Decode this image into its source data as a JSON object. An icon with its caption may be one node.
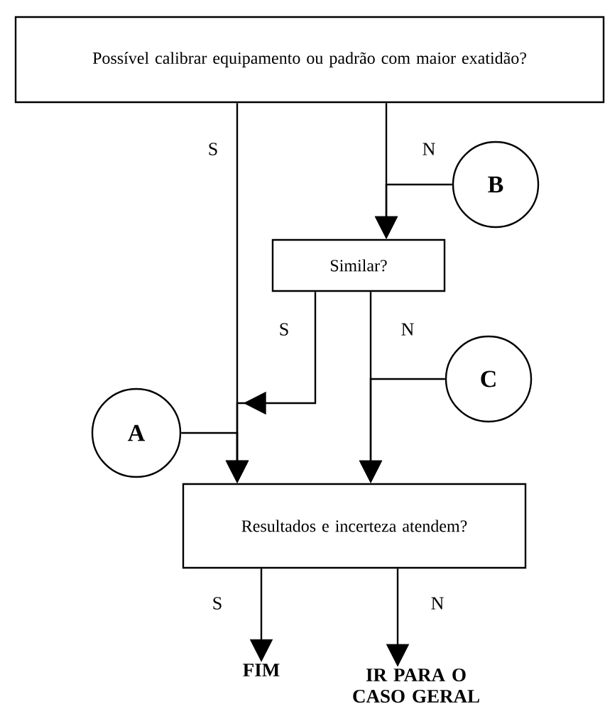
{
  "diagram": {
    "nodes": [
      {
        "text": [
          "Possível calibrar equipamento ou padrão com maior exatidão?"
        ]
      },
      {
        "text": [
          "B"
        ]
      },
      {
        "text": [
          "Similar?"
        ]
      },
      {
        "text": [
          "C"
        ]
      },
      {
        "text": [
          "A"
        ]
      },
      {
        "text": [
          "Resultados e incerteza atendem?"
        ]
      },
      {
        "text": [
          "FIM"
        ]
      },
      {
        "text": [
          "IR PARA O CASO GERAL"
        ]
      }
    ],
    "edges": [
      {
        "from": 0,
        "to": 5,
        "label": "S",
        "arrow": "to"
      },
      {
        "from": 0,
        "to": 2,
        "label": "N",
        "arrow": "to"
      },
      {
        "from": 1,
        "to": 2,
        "arrow": "to"
      },
      {
        "from": 2,
        "to": 5,
        "label": "S",
        "arrow": "to"
      },
      {
        "from": 2,
        "to": 5,
        "label": "N",
        "arrow": "to"
      },
      {
        "from": 3,
        "to": 5,
        "arrow": "to"
      },
      {
        "from": 4,
        "to": 5,
        "arrow": "to"
      },
      {
        "from": 5,
        "to": 6,
        "label": "S",
        "arrow": "to"
      },
      {
        "from": 5,
        "to": 7,
        "label": "N",
        "arrow": "to"
      }
    ]
  }
}
